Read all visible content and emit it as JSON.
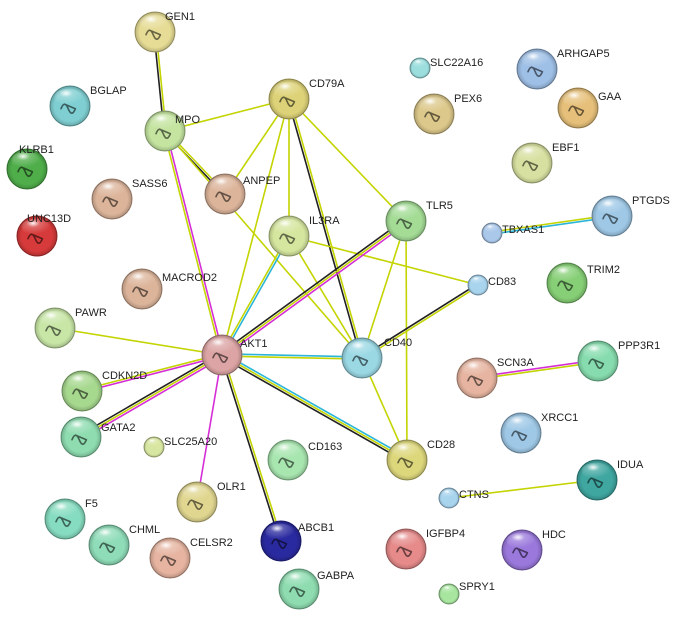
{
  "nodes": [
    {
      "id": "GEN1",
      "label": "GEN1",
      "color": "#e6dc95"
    },
    {
      "id": "MPO",
      "label": "MPO",
      "color": "#c4e4a0"
    },
    {
      "id": "BGLAP",
      "label": "BGLAP",
      "color": "#7fcfd2"
    },
    {
      "id": "KLRB1",
      "label": "KLRB1",
      "color": "#4fae4a"
    },
    {
      "id": "SASS6",
      "label": "SASS6",
      "color": "#dcb49a"
    },
    {
      "id": "UNC13D",
      "label": "UNC13D",
      "color": "#d63a3a"
    },
    {
      "id": "CD79A",
      "label": "CD79A",
      "color": "#ddd277"
    },
    {
      "id": "ANPEP",
      "label": "ANPEP",
      "color": "#dcb49a"
    },
    {
      "id": "IL3RA",
      "label": "IL3RA",
      "color": "#d5e69e"
    },
    {
      "id": "SLC22A16",
      "label": "SLC22A16",
      "color": "#9cdede"
    },
    {
      "id": "PEX6",
      "label": "PEX6",
      "color": "#dcc88a"
    },
    {
      "id": "ARHGAP5",
      "label": "ARHGAP5",
      "color": "#9ebfe6"
    },
    {
      "id": "GAA",
      "label": "GAA",
      "color": "#e6c07a"
    },
    {
      "id": "EBF1",
      "label": "EBF1",
      "color": "#d7e0a0"
    },
    {
      "id": "TLR5",
      "label": "TLR5",
      "color": "#a4dc96"
    },
    {
      "id": "PTGDS",
      "label": "PTGDS",
      "color": "#9ec8e6"
    },
    {
      "id": "TBXAS1",
      "label": "TBXAS1",
      "color": "#aac8ea"
    },
    {
      "id": "MACROD2",
      "label": "MACROD2",
      "color": "#dcb49a"
    },
    {
      "id": "CD83",
      "label": "CD83",
      "color": "#a8d4ee"
    },
    {
      "id": "TRIM2",
      "label": "TRIM2",
      "color": "#86cf76"
    },
    {
      "id": "PAWR",
      "label": "PAWR",
      "color": "#c8e6a6"
    },
    {
      "id": "AKT1",
      "label": "AKT1",
      "color": "#dca4a4"
    },
    {
      "id": "CD40",
      "label": "CD40",
      "color": "#9ad8e4"
    },
    {
      "id": "PPP3R1",
      "label": "PPP3R1",
      "color": "#86dcae"
    },
    {
      "id": "SCN3A",
      "label": "SCN3A",
      "color": "#e6b4a0"
    },
    {
      "id": "CDKN2D",
      "label": "CDKN2D",
      "color": "#a6d88e"
    },
    {
      "id": "XRCC1",
      "label": "XRCC1",
      "color": "#9ec8e6"
    },
    {
      "id": "GATA2",
      "label": "GATA2",
      "color": "#8edcb0"
    },
    {
      "id": "SLC25A20",
      "label": "SLC25A20",
      "color": "#d7e6a0"
    },
    {
      "id": "CD163",
      "label": "CD163",
      "color": "#a8e6b0"
    },
    {
      "id": "CD28",
      "label": "CD28",
      "color": "#ddd77c"
    },
    {
      "id": "IDUA",
      "label": "IDUA",
      "color": "#3fa6a0"
    },
    {
      "id": "CTNS",
      "label": "CTNS",
      "color": "#a8d4ee"
    },
    {
      "id": "OLR1",
      "label": "OLR1",
      "color": "#e0d690"
    },
    {
      "id": "F5",
      "label": "F5",
      "color": "#86dcc0"
    },
    {
      "id": "CHML",
      "label": "CHML",
      "color": "#8edcb8"
    },
    {
      "id": "CELSR2",
      "label": "CELSR2",
      "color": "#e6b4a0"
    },
    {
      "id": "ABCB1",
      "label": "ABCB1",
      "color": "#2a2aa0"
    },
    {
      "id": "IGFBP4",
      "label": "IGFBP4",
      "color": "#e68a8a"
    },
    {
      "id": "HDC",
      "label": "HDC",
      "color": "#9a78dc"
    },
    {
      "id": "GABPA",
      "label": "GABPA",
      "color": "#8edcb0"
    },
    {
      "id": "SPRY1",
      "label": "SPRY1",
      "color": "#a8e6a0"
    }
  ],
  "edges": [
    {
      "source": "GEN1",
      "target": "MPO",
      "colors": [
        "#c4d400",
        "#222222"
      ]
    },
    {
      "source": "MPO",
      "target": "CD79A",
      "colors": [
        "#c4d400"
      ]
    },
    {
      "source": "MPO",
      "target": "ANPEP",
      "colors": [
        "#c4d400",
        "#222222"
      ]
    },
    {
      "source": "MPO",
      "target": "AKT1",
      "colors": [
        "#d62ed6",
        "#c4d400"
      ]
    },
    {
      "source": "MPO",
      "target": "CD40",
      "colors": [
        "#c4d400"
      ]
    },
    {
      "source": "CD79A",
      "target": "ANPEP",
      "colors": [
        "#c4d400"
      ]
    },
    {
      "source": "CD79A",
      "target": "AKT1",
      "colors": [
        "#c4d400"
      ]
    },
    {
      "source": "CD79A",
      "target": "CD40",
      "colors": [
        "#c4d400",
        "#222222"
      ]
    },
    {
      "source": "CD79A",
      "target": "TLR5",
      "colors": [
        "#c4d400"
      ]
    },
    {
      "source": "CD79A",
      "target": "IL3RA",
      "colors": [
        "#c4d400"
      ]
    },
    {
      "source": "IL3RA",
      "target": "AKT1",
      "colors": [
        "#2bb5d8",
        "#c4d400"
      ]
    },
    {
      "source": "IL3RA",
      "target": "CD40",
      "colors": [
        "#c4d400"
      ]
    },
    {
      "source": "IL3RA",
      "target": "CD83",
      "colors": [
        "#c4d400"
      ]
    },
    {
      "source": "TLR5",
      "target": "AKT1",
      "colors": [
        "#d62ed6",
        "#c4d400",
        "#222222"
      ]
    },
    {
      "source": "TLR5",
      "target": "CD40",
      "colors": [
        "#c4d400"
      ]
    },
    {
      "source": "TLR5",
      "target": "CD28",
      "colors": [
        "#c4d400"
      ]
    },
    {
      "source": "CD83",
      "target": "CD40",
      "colors": [
        "#c4d400",
        "#222222"
      ]
    },
    {
      "source": "TBXAS1",
      "target": "PTGDS",
      "colors": [
        "#c4d400",
        "#2bb5d8"
      ]
    },
    {
      "source": "PAWR",
      "target": "AKT1",
      "colors": [
        "#c4d400"
      ]
    },
    {
      "source": "AKT1",
      "target": "CD40",
      "colors": [
        "#2bb5d8",
        "#c4d400"
      ]
    },
    {
      "source": "AKT1",
      "target": "CD28",
      "colors": [
        "#2bb5d8",
        "#c4d400",
        "#222222"
      ]
    },
    {
      "source": "AKT1",
      "target": "CDKN2D",
      "colors": [
        "#d62ed6",
        "#c4d400"
      ]
    },
    {
      "source": "AKT1",
      "target": "GATA2",
      "colors": [
        "#d62ed6",
        "#c4d400",
        "#222222"
      ]
    },
    {
      "source": "AKT1",
      "target": "OLR1",
      "colors": [
        "#d62ed6"
      ]
    },
    {
      "source": "AKT1",
      "target": "ABCB1",
      "colors": [
        "#c4d400",
        "#222222"
      ]
    },
    {
      "source": "CD40",
      "target": "CD28",
      "colors": [
        "#c4d400"
      ]
    },
    {
      "source": "SCN3A",
      "target": "PPP3R1",
      "colors": [
        "#d62ed6",
        "#c4d400"
      ]
    },
    {
      "source": "CTNS",
      "target": "IDUA",
      "colors": [
        "#c4d400"
      ]
    }
  ]
}
